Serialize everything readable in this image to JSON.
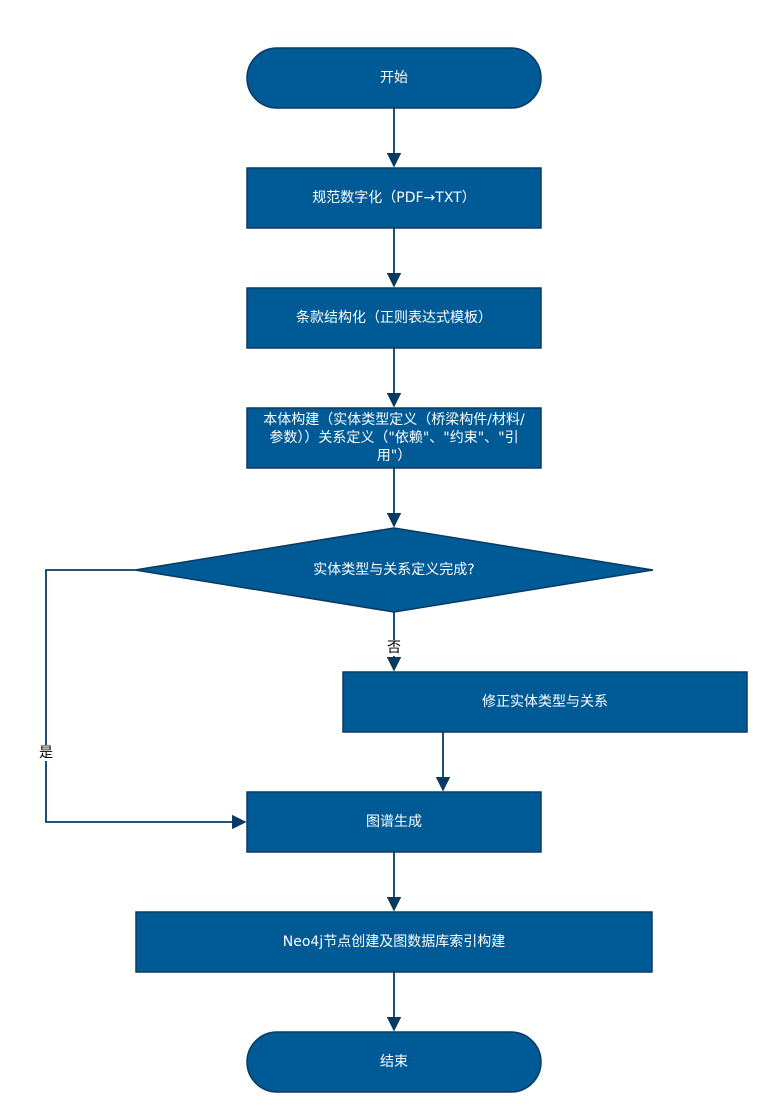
{
  "colors": {
    "node_fill": "#005a96",
    "node_stroke": "#0a3a62",
    "edge": "#0a3a62",
    "text": "#ffffff"
  },
  "nodes": {
    "start": "开始",
    "digitize": "规范数字化（PDF→TXT）",
    "structure": "条款结构化（正则表达式模板）",
    "ontology": "本体构建（实体类型定义（桥梁构件/材料/参数））关系定义（\"依赖\"、\"约束\"、\"引用\"）",
    "decision": "实体类型与关系定义完成?",
    "revise": "修正实体类型与关系",
    "graph": "图谱生成",
    "neo4j": "Neo4j节点创建及图数据库索引构建",
    "end": "结束"
  },
  "edge_labels": {
    "no": "否",
    "yes": "是"
  }
}
